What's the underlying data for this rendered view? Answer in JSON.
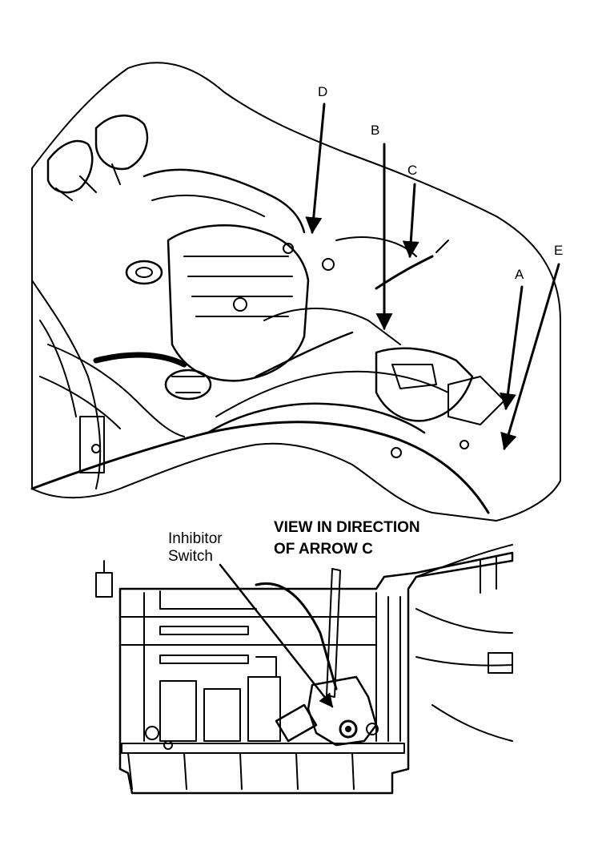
{
  "upper_view": {
    "callouts": [
      "D",
      "B",
      "C",
      "A",
      "E"
    ]
  },
  "lower_view": {
    "caption_line1": "VIEW IN DIRECTION",
    "caption_line2": "OF ARROW C",
    "part_label_line1": "Inhibitor",
    "part_label_line2": "Switch"
  },
  "colors": {
    "ink": "#000000",
    "paper": "#ffffff"
  }
}
